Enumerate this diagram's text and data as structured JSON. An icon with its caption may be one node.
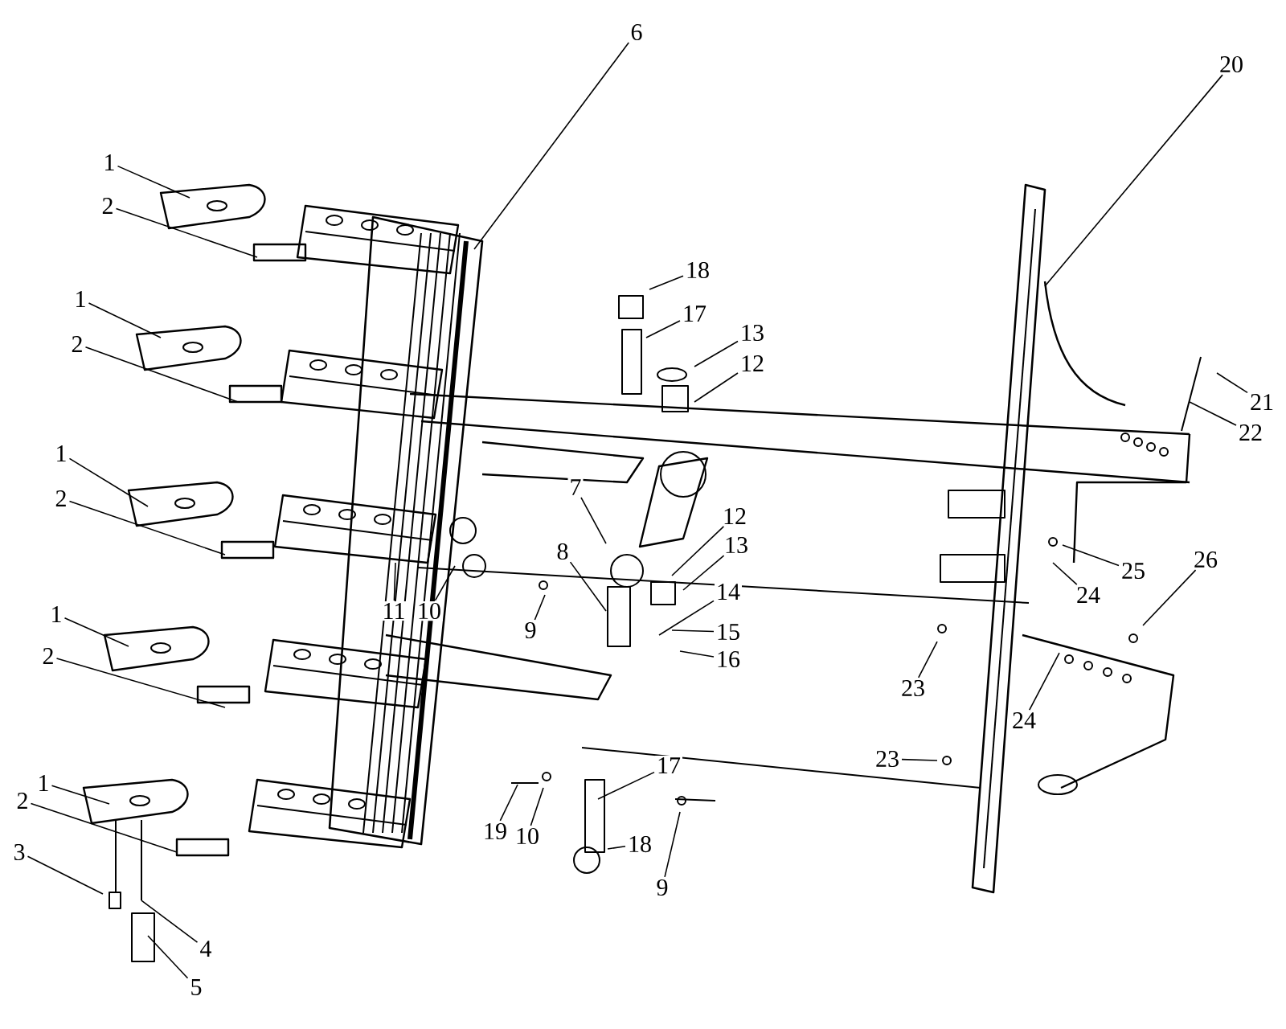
{
  "diagram": {
    "nodes": [
      {
        "text": [
          "6"
        ]
      },
      {
        "text": [
          "20"
        ]
      },
      {
        "text": [
          "1"
        ]
      },
      {
        "text": [
          "2"
        ]
      },
      {
        "text": [
          "18"
        ]
      },
      {
        "text": [
          "17"
        ]
      },
      {
        "text": [
          "13"
        ]
      },
      {
        "text": [
          "12"
        ]
      },
      {
        "text": [
          "1"
        ]
      },
      {
        "text": [
          "2"
        ]
      },
      {
        "text": [
          "21"
        ]
      },
      {
        "text": [
          "22"
        ]
      },
      {
        "text": [
          "1"
        ]
      },
      {
        "text": [
          "2"
        ]
      },
      {
        "text": [
          "7"
        ]
      },
      {
        "text": [
          "12"
        ]
      },
      {
        "text": [
          "13"
        ]
      },
      {
        "text": [
          "8"
        ]
      },
      {
        "text": [
          "25"
        ]
      },
      {
        "text": [
          "26"
        ]
      },
      {
        "text": [
          "14"
        ]
      },
      {
        "text": [
          "24"
        ]
      },
      {
        "text": [
          "11"
        ]
      },
      {
        "text": [
          "10"
        ]
      },
      {
        "text": [
          "9"
        ]
      },
      {
        "text": [
          "15"
        ]
      },
      {
        "text": [
          "1"
        ]
      },
      {
        "text": [
          "16"
        ]
      },
      {
        "text": [
          "2"
        ]
      },
      {
        "text": [
          "23"
        ]
      },
      {
        "text": [
          "24"
        ]
      },
      {
        "text": [
          "23"
        ]
      },
      {
        "text": [
          "1"
        ]
      },
      {
        "text": [
          "17"
        ]
      },
      {
        "text": [
          "2"
        ]
      },
      {
        "text": [
          "19"
        ]
      },
      {
        "text": [
          "10"
        ]
      },
      {
        "text": [
          "18"
        ]
      },
      {
        "text": [
          "3"
        ]
      },
      {
        "text": [
          "9"
        ]
      },
      {
        "text": [
          "4"
        ]
      },
      {
        "text": [
          "5"
        ]
      }
    ],
    "edges": [
      {
        "from": 0,
        "to": null,
        "arrow": "none"
      },
      {
        "from": 1,
        "to": null,
        "arrow": "none"
      },
      {
        "from": 2,
        "to": null,
        "arrow": "none"
      },
      {
        "from": 3,
        "to": null,
        "arrow": "none"
      },
      {
        "from": 4,
        "to": null,
        "arrow": "none"
      },
      {
        "from": 5,
        "to": null,
        "arrow": "none"
      },
      {
        "from": 6,
        "to": null,
        "arrow": "none"
      },
      {
        "from": 7,
        "to": null,
        "arrow": "none"
      },
      {
        "from": 8,
        "to": null,
        "arrow": "none"
      },
      {
        "from": 9,
        "to": null,
        "arrow": "none"
      },
      {
        "from": 10,
        "to": null,
        "arrow": "none"
      },
      {
        "from": 11,
        "to": null,
        "arrow": "none"
      },
      {
        "from": 12,
        "to": null,
        "arrow": "none"
      },
      {
        "from": 13,
        "to": null,
        "arrow": "none"
      },
      {
        "from": 14,
        "to": null,
        "arrow": "none"
      },
      {
        "from": 15,
        "to": null,
        "arrow": "none"
      },
      {
        "from": 16,
        "to": null,
        "arrow": "none"
      },
      {
        "from": 17,
        "to": null,
        "arrow": "none"
      },
      {
        "from": 18,
        "to": null,
        "arrow": "none"
      },
      {
        "from": 19,
        "to": null,
        "arrow": "none"
      },
      {
        "from": 20,
        "to": null,
        "arrow": "none"
      },
      {
        "from": 21,
        "to": null,
        "arrow": "none"
      },
      {
        "from": 22,
        "to": null,
        "arrow": "none"
      },
      {
        "from": 23,
        "to": null,
        "arrow": "none"
      },
      {
        "from": 24,
        "to": null,
        "arrow": "none"
      },
      {
        "from": 25,
        "to": null,
        "arrow": "none"
      },
      {
        "from": 26,
        "to": null,
        "arrow": "none"
      },
      {
        "from": 27,
        "to": null,
        "arrow": "none"
      },
      {
        "from": 28,
        "to": null,
        "arrow": "none"
      },
      {
        "from": 29,
        "to": null,
        "arrow": "none"
      },
      {
        "from": 30,
        "to": null,
        "arrow": "none"
      },
      {
        "from": 31,
        "to": null,
        "arrow": "none"
      },
      {
        "from": 32,
        "to": null,
        "arrow": "none"
      },
      {
        "from": 33,
        "to": null,
        "arrow": "none"
      },
      {
        "from": 34,
        "to": null,
        "arrow": "none"
      },
      {
        "from": 35,
        "to": null,
        "arrow": "none"
      },
      {
        "from": 36,
        "to": null,
        "arrow": "none"
      },
      {
        "from": 37,
        "to": null,
        "arrow": "none"
      },
      {
        "from": 38,
        "to": null,
        "arrow": "none"
      },
      {
        "from": 39,
        "to": null,
        "arrow": "none"
      },
      {
        "from": 40,
        "to": null,
        "arrow": "none"
      },
      {
        "from": 41,
        "to": null,
        "arrow": "none"
      }
    ]
  }
}
